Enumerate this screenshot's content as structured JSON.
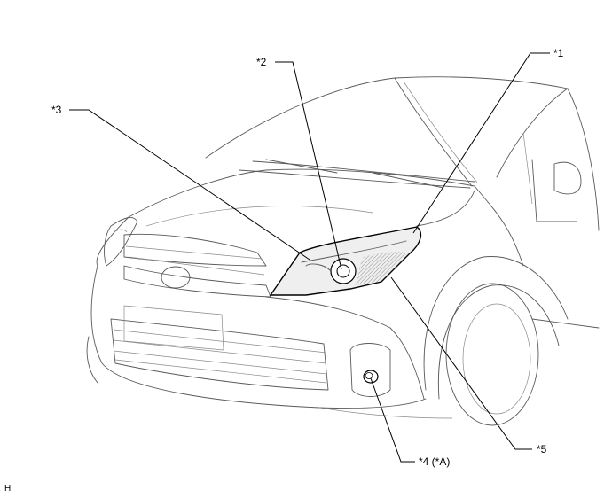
{
  "labels": {
    "c1": "*1",
    "c2": "*2",
    "c3": "*3",
    "c4": "*4 (*A)",
    "c5": "*5",
    "corner_mark": "H"
  }
}
